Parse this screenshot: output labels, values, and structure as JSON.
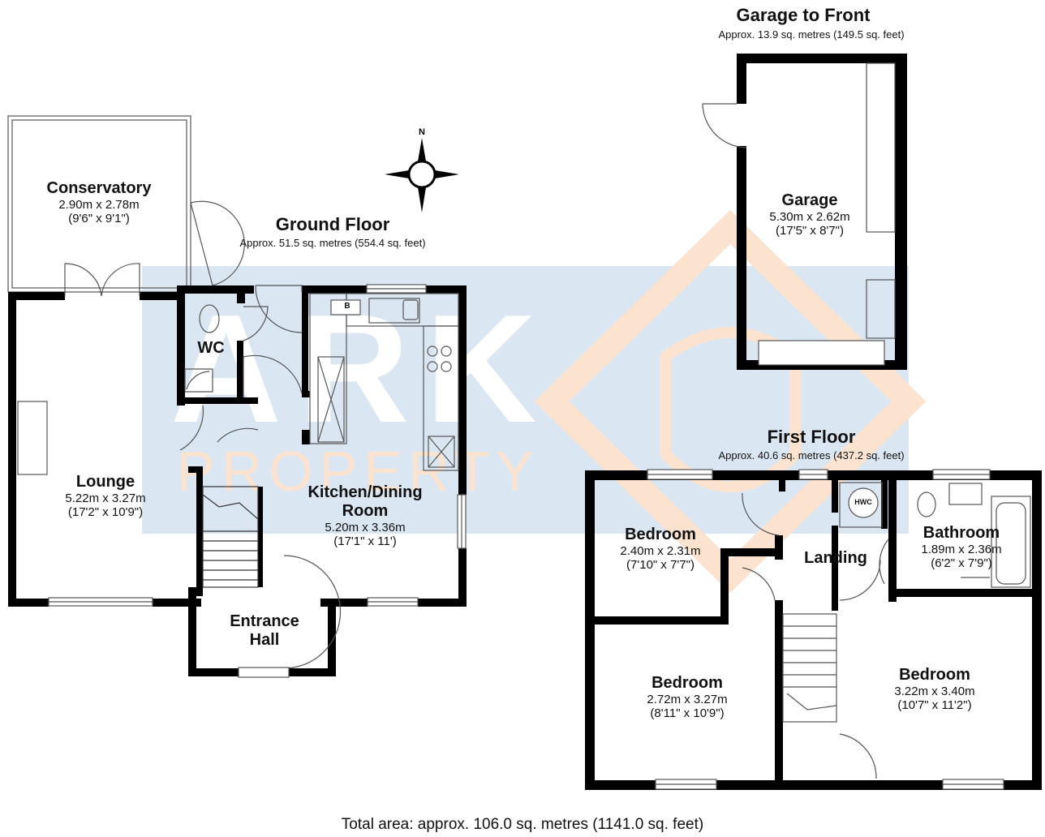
{
  "watermark": {
    "brand": "ARK",
    "sub": "PROPERTY"
  },
  "compass": {
    "north_label": "N"
  },
  "floors": {
    "ground": {
      "title": "Ground Floor",
      "area": "Approx. 51.5 sq. metres (554.4 sq. feet)"
    },
    "garage": {
      "title": "Garage to Front",
      "area": "Approx. 13.9 sq. metres (149.5 sq. feet)"
    },
    "first": {
      "title": "First Floor",
      "area": "Approx. 40.6 sq. metres (437.2 sq. feet)"
    }
  },
  "rooms": {
    "conservatory": {
      "name": "Conservatory",
      "metric": "2.90m x 2.78m",
      "imperial": "(9'6\" x 9'1\")"
    },
    "lounge": {
      "name": "Lounge",
      "metric": "5.22m x 3.27m",
      "imperial": "(17'2\" x 10'9\")"
    },
    "wc": {
      "name": "WC"
    },
    "kitchen": {
      "name_line1": "Kitchen/Dining",
      "name_line2": "Room",
      "metric": "5.20m x 3.36m",
      "imperial": "(17'1\" x 11')"
    },
    "entrance_hall": {
      "name_line1": "Entrance",
      "name_line2": "Hall"
    },
    "garage": {
      "name": "Garage",
      "metric": "5.30m x 2.62m",
      "imperial": "(17'5\" x 8'7\")"
    },
    "bedroom_small": {
      "name": "Bedroom",
      "metric": "2.40m x 2.31m",
      "imperial": "(7'10\" x 7'7\")"
    },
    "landing": {
      "name": "Landing"
    },
    "bathroom": {
      "name": "Bathroom",
      "metric": "1.89m x 2.36m",
      "imperial": "(6'2\" x 7'9\")"
    },
    "bedroom_left": {
      "name": "Bedroom",
      "metric": "2.72m x 3.27m",
      "imperial": "(8'11\" x 10'9\")"
    },
    "bedroom_right": {
      "name": "Bedroom",
      "metric": "3.22m x 3.40m",
      "imperial": "(10'7\" x 11'2\")"
    }
  },
  "fixtures": {
    "boiler": "B",
    "hot_water_cylinder": "HWC"
  },
  "colors": {
    "wall": "#000000",
    "watermark_blue": "#dbe6f3",
    "watermark_orange": "#fbe3cf"
  },
  "total_area": "Total area: approx. 106.0 sq. metres (1141.0 sq. feet)"
}
